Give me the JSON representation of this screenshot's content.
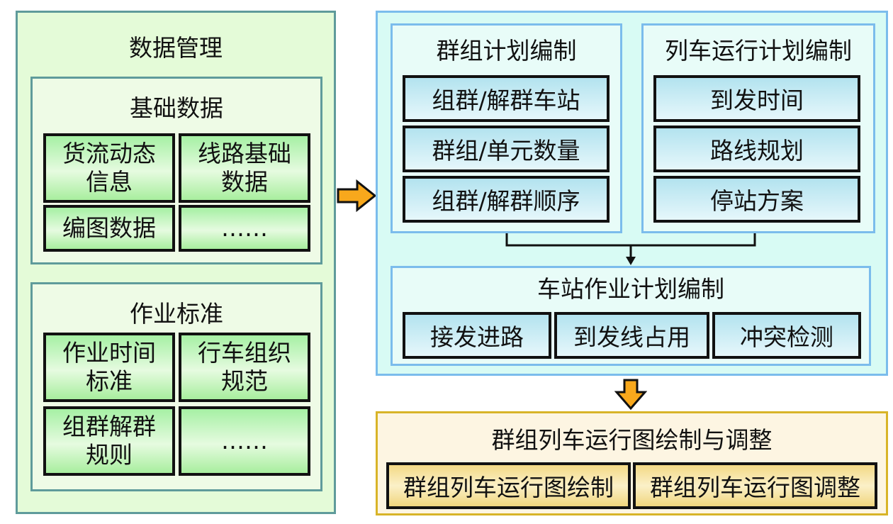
{
  "data_management": {
    "title": "数据管理",
    "basic_data": {
      "title": "基础数据",
      "items": [
        "货流动态\n信息",
        "线路基础\n数据",
        "编图数据",
        "……"
      ]
    },
    "operation_standards": {
      "title": "作业标准",
      "items": [
        "作业时间\n标准",
        "行车组织\n规范",
        "组群解群\n规则",
        "……"
      ]
    }
  },
  "planning": {
    "group_plan": {
      "title": "群组计划编制",
      "items": [
        "组群/解群车站",
        "群组/单元数量",
        "组群/解群顺序"
      ]
    },
    "train_plan": {
      "title": "列车运行计划编制",
      "items": [
        "到发时间",
        "路线规划",
        "停站方案"
      ]
    },
    "station_plan": {
      "title": "车站作业计划编制",
      "items": [
        "接发进路",
        "到发线占用",
        "冲突检测"
      ]
    }
  },
  "diagram": {
    "title": "群组列车运行图绘制与调整",
    "items": [
      "群组列车运行图绘制",
      "群组列车运行图调整"
    ]
  },
  "colors": {
    "arrow_fill": "#f8a81c",
    "green_panel": "#e4fbd8",
    "cyan_panel": "#d8fbf4",
    "yellow_panel": "#fdf5e2"
  }
}
